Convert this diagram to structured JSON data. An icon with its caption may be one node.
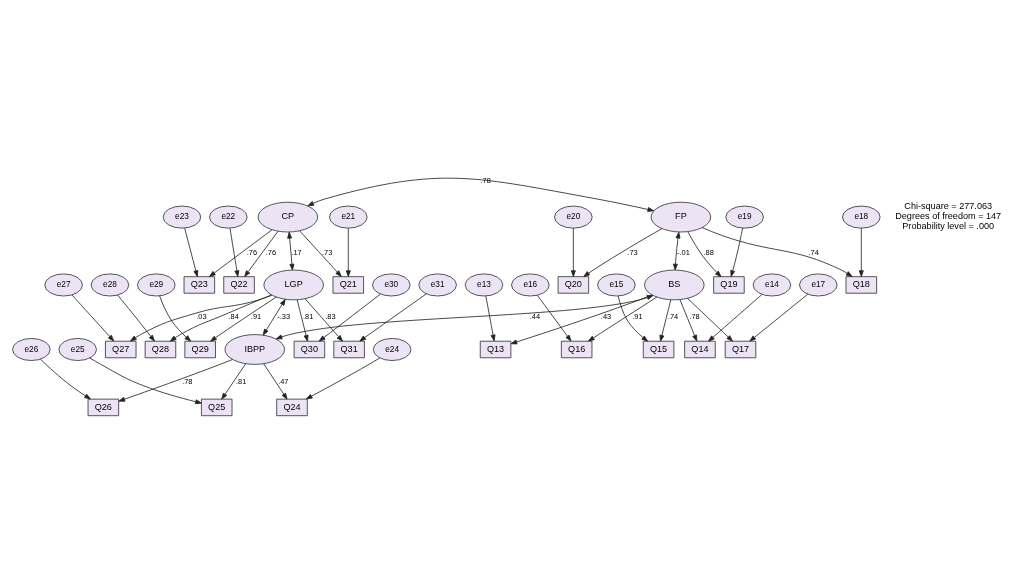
{
  "diagram": {
    "nodes": [
      {
        "text": [
          "e23"
        ]
      },
      {
        "text": [
          "e22"
        ]
      },
      {
        "text": [
          "e21"
        ]
      },
      {
        "text": [
          "e20"
        ]
      },
      {
        "text": [
          "e19"
        ]
      },
      {
        "text": [
          "e18"
        ]
      },
      {
        "text": [
          "Q23"
        ]
      },
      {
        "text": [
          "Q22"
        ]
      },
      {
        "text": [
          "Q21"
        ]
      },
      {
        "text": [
          "Q20"
        ]
      },
      {
        "text": [
          "Q19"
        ]
      },
      {
        "text": [
          "Q18"
        ]
      },
      {
        "text": [
          "CP"
        ]
      },
      {
        "text": [
          "FP"
        ]
      },
      {
        "text": [
          "e27"
        ]
      },
      {
        "text": [
          "Q27"
        ]
      },
      {
        "text": [
          "e28"
        ]
      },
      {
        "text": [
          "Q28"
        ]
      },
      {
        "text": [
          "e29"
        ]
      },
      {
        "text": [
          "Q29"
        ]
      },
      {
        "text": [
          "e30"
        ]
      },
      {
        "text": [
          "Q30"
        ]
      },
      {
        "text": [
          "e31"
        ]
      },
      {
        "text": [
          "Q31"
        ]
      },
      {
        "text": [
          "LGP"
        ]
      },
      {
        "text": [
          "BS"
        ]
      },
      {
        "text": [
          "Q13"
        ]
      },
      {
        "text": [
          "e13"
        ]
      },
      {
        "text": [
          "Q14"
        ]
      },
      {
        "text": [
          "e14"
        ]
      },
      {
        "text": [
          "Q15"
        ]
      },
      {
        "text": [
          "e15"
        ]
      },
      {
        "text": [
          "Q16"
        ]
      },
      {
        "text": [
          "e16"
        ]
      },
      {
        "text": [
          "Q17"
        ]
      },
      {
        "text": [
          "e17"
        ]
      },
      {
        "text": [
          "IBPP"
        ]
      },
      {
        "text": [
          "Q26"
        ]
      },
      {
        "text": [
          "Q25"
        ]
      },
      {
        "text": [
          "Q24"
        ]
      },
      {
        "text": [
          "e26"
        ]
      },
      {
        "text": [
          "e25"
        ]
      },
      {
        "text": [
          "e24"
        ]
      }
    ],
    "edges": [
      {
        "from": 0,
        "to": 6,
        "arrow": "to"
      },
      {
        "from": 1,
        "to": 7,
        "arrow": "to"
      },
      {
        "from": 2,
        "to": 8,
        "arrow": "to"
      },
      {
        "from": 3,
        "to": 9,
        "arrow": "to"
      },
      {
        "from": 4,
        "to": 10,
        "arrow": "to"
      },
      {
        "from": 5,
        "to": 11,
        "arrow": "to"
      },
      {
        "from": 12,
        "to": 6,
        "arrow": "to",
        "label": ".76"
      },
      {
        "from": 12,
        "to": 7,
        "arrow": "to",
        "label": ".76"
      },
      {
        "from": 12,
        "to": 8,
        "arrow": "to",
        "label": ".73"
      },
      {
        "from": 13,
        "to": 9,
        "arrow": "to",
        "label": ".73"
      },
      {
        "from": 13,
        "to": 10,
        "arrow": "to",
        "label": ".88"
      },
      {
        "from": 13,
        "to": 11,
        "arrow": "to",
        "label": ".74"
      },
      {
        "from": 12,
        "to": 13,
        "arrow": "both",
        "label": ".78"
      },
      {
        "from": 12,
        "to": 24,
        "arrow": "both",
        "label": ".17"
      },
      {
        "from": 13,
        "to": 25,
        "arrow": "both",
        "label": "-.01"
      },
      {
        "from": 14,
        "to": 15,
        "arrow": "to"
      },
      {
        "from": 16,
        "to": 17,
        "arrow": "to"
      },
      {
        "from": 18,
        "to": 19,
        "arrow": "to"
      },
      {
        "from": 20,
        "to": 21,
        "arrow": "to"
      },
      {
        "from": 22,
        "to": 23,
        "arrow": "to"
      },
      {
        "from": 24,
        "to": 15,
        "arrow": "to",
        "label": ".03"
      },
      {
        "from": 24,
        "to": 17,
        "arrow": "to",
        "label": ".84"
      },
      {
        "from": 24,
        "to": 19,
        "arrow": "to",
        "label": ".91"
      },
      {
        "from": 24,
        "to": 21,
        "arrow": "to",
        "label": ".81"
      },
      {
        "from": 24,
        "to": 23,
        "arrow": "to",
        "label": ".83"
      },
      {
        "from": 25,
        "to": 26,
        "arrow": "to",
        "label": ".43"
      },
      {
        "from": 25,
        "to": 28,
        "arrow": "to",
        "label": ".78"
      },
      {
        "from": 25,
        "to": 30,
        "arrow": "to",
        "label": ".74"
      },
      {
        "from": 25,
        "to": 32,
        "arrow": "to",
        "label": ".91"
      },
      {
        "from": 25,
        "to": 34,
        "arrow": "to"
      },
      {
        "from": 27,
        "to": 26,
        "arrow": "to"
      },
      {
        "from": 29,
        "to": 28,
        "arrow": "to"
      },
      {
        "from": 31,
        "to": 30,
        "arrow": "to"
      },
      {
        "from": 33,
        "to": 32,
        "arrow": "to"
      },
      {
        "from": 35,
        "to": 34,
        "arrow": "to"
      },
      {
        "from": 24,
        "to": 36,
        "arrow": "both",
        "label": "-.33"
      },
      {
        "from": 36,
        "to": 25,
        "arrow": "both",
        "label": ".44"
      },
      {
        "from": 36,
        "to": 37,
        "arrow": "to",
        "label": ".78"
      },
      {
        "from": 36,
        "to": 38,
        "arrow": "to",
        "label": ".81"
      },
      {
        "from": 36,
        "to": 39,
        "arrow": "to",
        "label": ".47"
      },
      {
        "from": 40,
        "to": 37,
        "arrow": "to"
      },
      {
        "from": 41,
        "to": 38,
        "arrow": "to"
      },
      {
        "from": 42,
        "to": 39,
        "arrow": "to"
      }
    ],
    "labels": [
      "Chi-square = 277.063",
      "Degrees of freedom = 147",
      "Probability level = .000"
    ]
  }
}
